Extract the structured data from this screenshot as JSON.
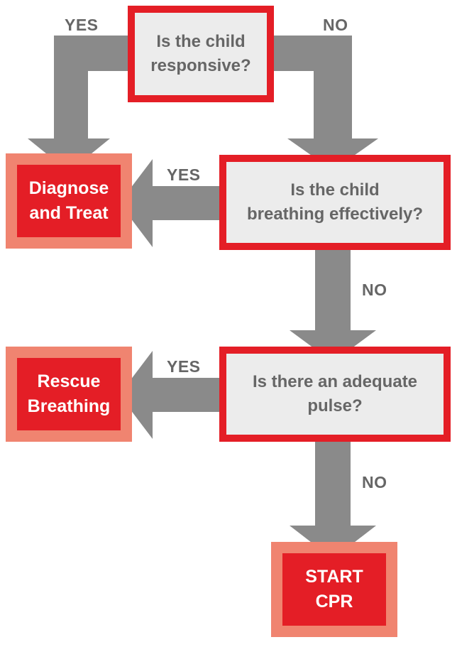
{
  "colors": {
    "question_border": "#e41e26",
    "question_fill": "#ececec",
    "question_text": "#666666",
    "action_outer": "#f08470",
    "action_inner": "#e41e26",
    "action_text": "#ffffff",
    "arrow": "#8a8a8a"
  },
  "nodes": {
    "q1": {
      "lines": [
        "Is the child",
        "responsive?"
      ]
    },
    "q2": {
      "lines": [
        "Is the child",
        "breathing effectively?"
      ]
    },
    "q3": {
      "lines": [
        "Is there an adequate",
        "pulse?"
      ]
    },
    "a1": {
      "lines": [
        "Diagnose",
        "and Treat"
      ]
    },
    "a2": {
      "lines": [
        "Rescue",
        "Breathing"
      ]
    },
    "a3": {
      "lines": [
        "START",
        "CPR"
      ]
    }
  },
  "edges": {
    "q1_yes": "YES",
    "q1_no": "NO",
    "q2_yes": "YES",
    "q2_no": "NO",
    "q3_yes": "YES",
    "q3_no": "NO"
  }
}
